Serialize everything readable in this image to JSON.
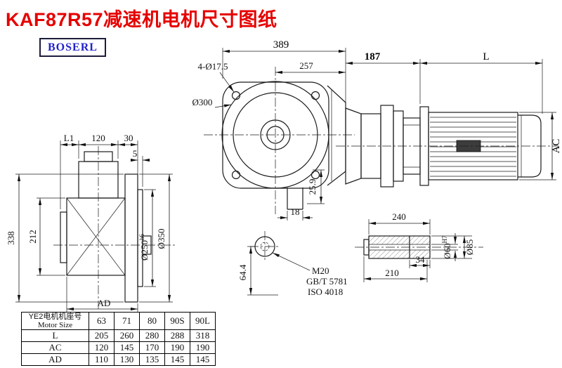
{
  "page": {
    "title": "KAF87R57减速机电机尺寸图纸",
    "logo": "BOSERL"
  },
  "colors": {
    "title_red": "#e60000",
    "logo_blue": "#2323cc",
    "line_black": "#1b1b1b"
  },
  "dims": {
    "top_width": "389",
    "inner_width": "257",
    "bolt_holes": "4-Ø17.5",
    "flange_dia": "Ø300",
    "flange_to_motor": "187",
    "motor_length": "L",
    "motor_dia": "AC",
    "l1": "L1",
    "d120": "120",
    "d30": "30",
    "d5": "5",
    "d338": "338",
    "d212": "212",
    "ad": "AD",
    "d250": "Ø250",
    "d250_tol": "h6",
    "d350": "Ø350",
    "d25_9": "25.9",
    "d18": "18",
    "d64_4": "64.4",
    "thread": "M20",
    "std1": "GB/T 5781",
    "std2": "ISO 4018",
    "shaft_len": "240",
    "d34": "34",
    "d210": "210",
    "bore": "Ø60",
    "bore_tol": "H7",
    "shaft_dia": "Ø85"
  },
  "table": {
    "header_line1": "YE2电机机座号",
    "header_line2": "Motor Size",
    "columns": [
      "63",
      "71",
      "80",
      "90S",
      "90L"
    ],
    "rows": [
      {
        "label": "L",
        "values": [
          "205",
          "260",
          "280",
          "288",
          "318"
        ]
      },
      {
        "label": "AC",
        "values": [
          "120",
          "145",
          "170",
          "190",
          "190"
        ]
      },
      {
        "label": "AD",
        "values": [
          "110",
          "130",
          "135",
          "145",
          "145"
        ]
      }
    ]
  }
}
